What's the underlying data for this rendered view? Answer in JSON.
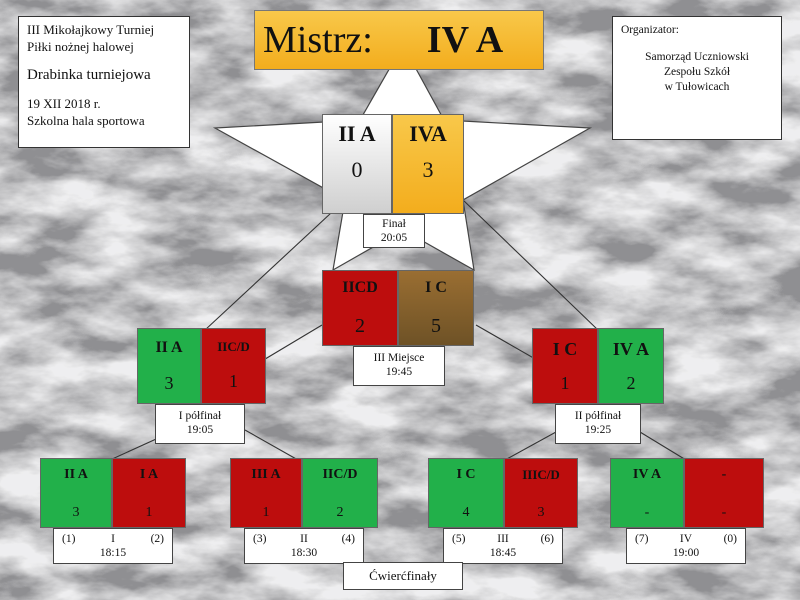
{
  "info_left": {
    "line1": "III Mikołajkowy  Turniej",
    "line2": "Piłki  nożnej halowej",
    "line3": "Drabinka  turniejowa",
    "line4": "19 XII 2018 r.",
    "line5": "Szkolna  hala sportowa"
  },
  "organizer": {
    "label": "Organizator:",
    "line1": "Samorząd Uczniowski",
    "line2": "Zespołu  Szkół",
    "line3": "w Tułowicach"
  },
  "champion": {
    "label": "Mistrz:",
    "value": "IV A"
  },
  "final": {
    "team1": "II A",
    "score1": "0",
    "team2": "IVA",
    "score2": "3",
    "label": "Finał",
    "time": "20:05"
  },
  "third_place": {
    "team1": "IICD",
    "score1": "2",
    "team2": "I C",
    "score2": "5",
    "label": "III Miejsce",
    "time": "19:45"
  },
  "semi1": {
    "team1": "II A",
    "score1": "3",
    "team2": "IIC/D",
    "score2": "1",
    "label": "I półfinał",
    "time": "19:05"
  },
  "semi2": {
    "team1": "I C",
    "score1": "1",
    "team2": "IV A",
    "score2": "2",
    "label": "II półfinał",
    "time": "19:25"
  },
  "quarters": [
    {
      "team1": "II  A",
      "score1": "3",
      "team2": "I A",
      "score2": "1",
      "seed1": "(1)",
      "num": "I",
      "seed2": "(2)",
      "time": "18:15"
    },
    {
      "team1": "III  A",
      "score1": "1",
      "team2": "IIC/D",
      "score2": "2",
      "seed1": "(3)",
      "num": "II",
      "seed2": "(4)",
      "time": "18:30"
    },
    {
      "team1": "I C",
      "score1": "4",
      "team2": "IIIC/D",
      "score2": "3",
      "seed1": "(5)",
      "num": "III",
      "seed2": "(6)",
      "time": "18:45"
    },
    {
      "team1": "IV A",
      "score1": "-",
      "team2": "-",
      "score2": "-",
      "seed1": "(7)",
      "num": "IV",
      "seed2": "(0)",
      "time": "19:00"
    }
  ],
  "quarters_label": "Ćwierćfinały",
  "colors": {
    "winner": "#22b04a",
    "loser": "#bd0d0d",
    "gold": "#f3ad1d",
    "third": "#8a6430"
  }
}
